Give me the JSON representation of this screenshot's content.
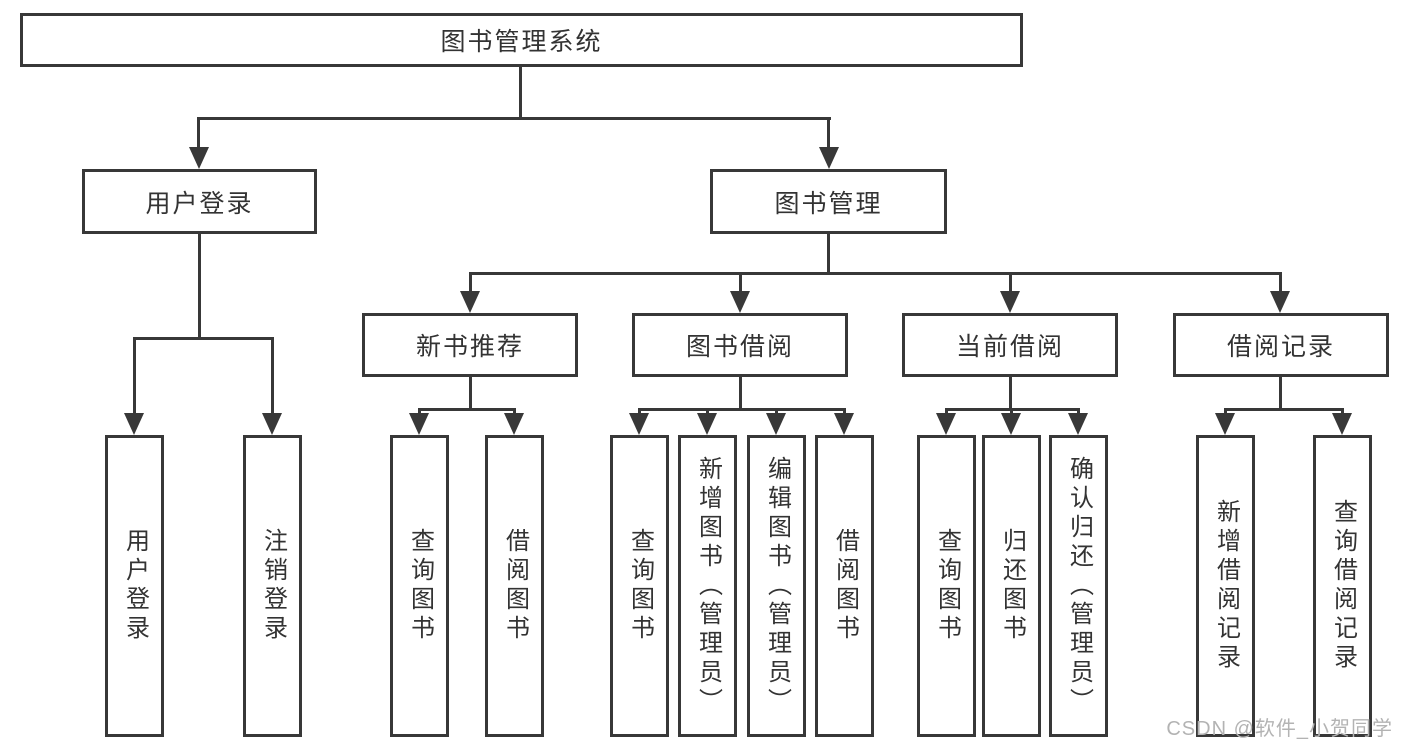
{
  "tree": {
    "root": {
      "label": "图书管理系统"
    },
    "branches": [
      {
        "label": "用户登录",
        "children": [
          {
            "label": "用户登录"
          },
          {
            "label": "注销登录"
          }
        ]
      },
      {
        "label": "图书管理",
        "children": [
          {
            "label": "新书推荐",
            "children": [
              {
                "label": "查询图书"
              },
              {
                "label": "借阅图书"
              }
            ]
          },
          {
            "label": "图书借阅",
            "children": [
              {
                "label": "查询图书"
              },
              {
                "label": "新增图书（管理员）"
              },
              {
                "label": "编辑图书（管理员）"
              },
              {
                "label": "借阅图书"
              }
            ]
          },
          {
            "label": "当前借阅",
            "children": [
              {
                "label": "查询图书"
              },
              {
                "label": "归还图书"
              },
              {
                "label": "确认归还（管理员）"
              }
            ]
          },
          {
            "label": "借阅记录",
            "children": [
              {
                "label": "新增借阅记录"
              },
              {
                "label": "查询借阅记录"
              }
            ]
          }
        ]
      }
    ]
  },
  "watermark": "CSDN @软件_小贺同学",
  "colors": {
    "line": "#383838",
    "text": "#333333",
    "background": "#ffffff",
    "watermark": "#b3b3b3"
  }
}
